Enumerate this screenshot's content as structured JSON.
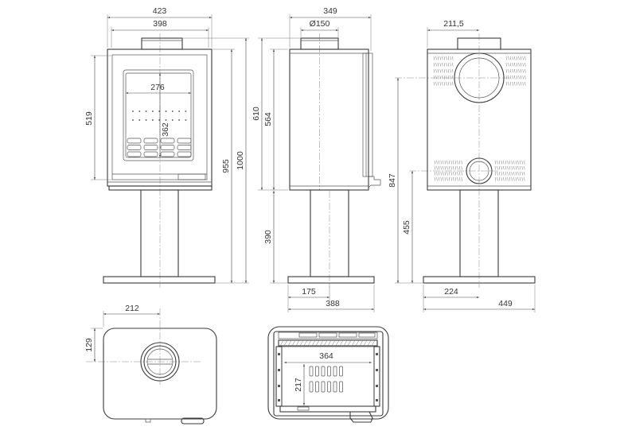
{
  "front_view": {
    "overall_width": "423",
    "frame_width": "398",
    "glass_width": "276",
    "glass_height": "362",
    "door_height": "519",
    "body_top_height": "955",
    "flue_top_height": "1000"
  },
  "side_view": {
    "overall_depth": "349",
    "flue_diameter": "Ø150",
    "height_with_flue_collar": "610",
    "body_height": "564",
    "pedestal_height": "390",
    "pedestal_axis_offset": "175",
    "base_plate_depth": "388"
  },
  "rear_view": {
    "flue_axis_offset": "211,5",
    "rear_outlet_axis_height": "847",
    "lower_inlet_axis_height": "455",
    "pedestal_axis_offset": "224",
    "base_plate_width": "449"
  },
  "top_view": {
    "flue_axis_from_side": "212",
    "flue_axis_from_back": "129"
  },
  "section_view": {
    "firebox_width": "364",
    "firebox_height": "217"
  }
}
